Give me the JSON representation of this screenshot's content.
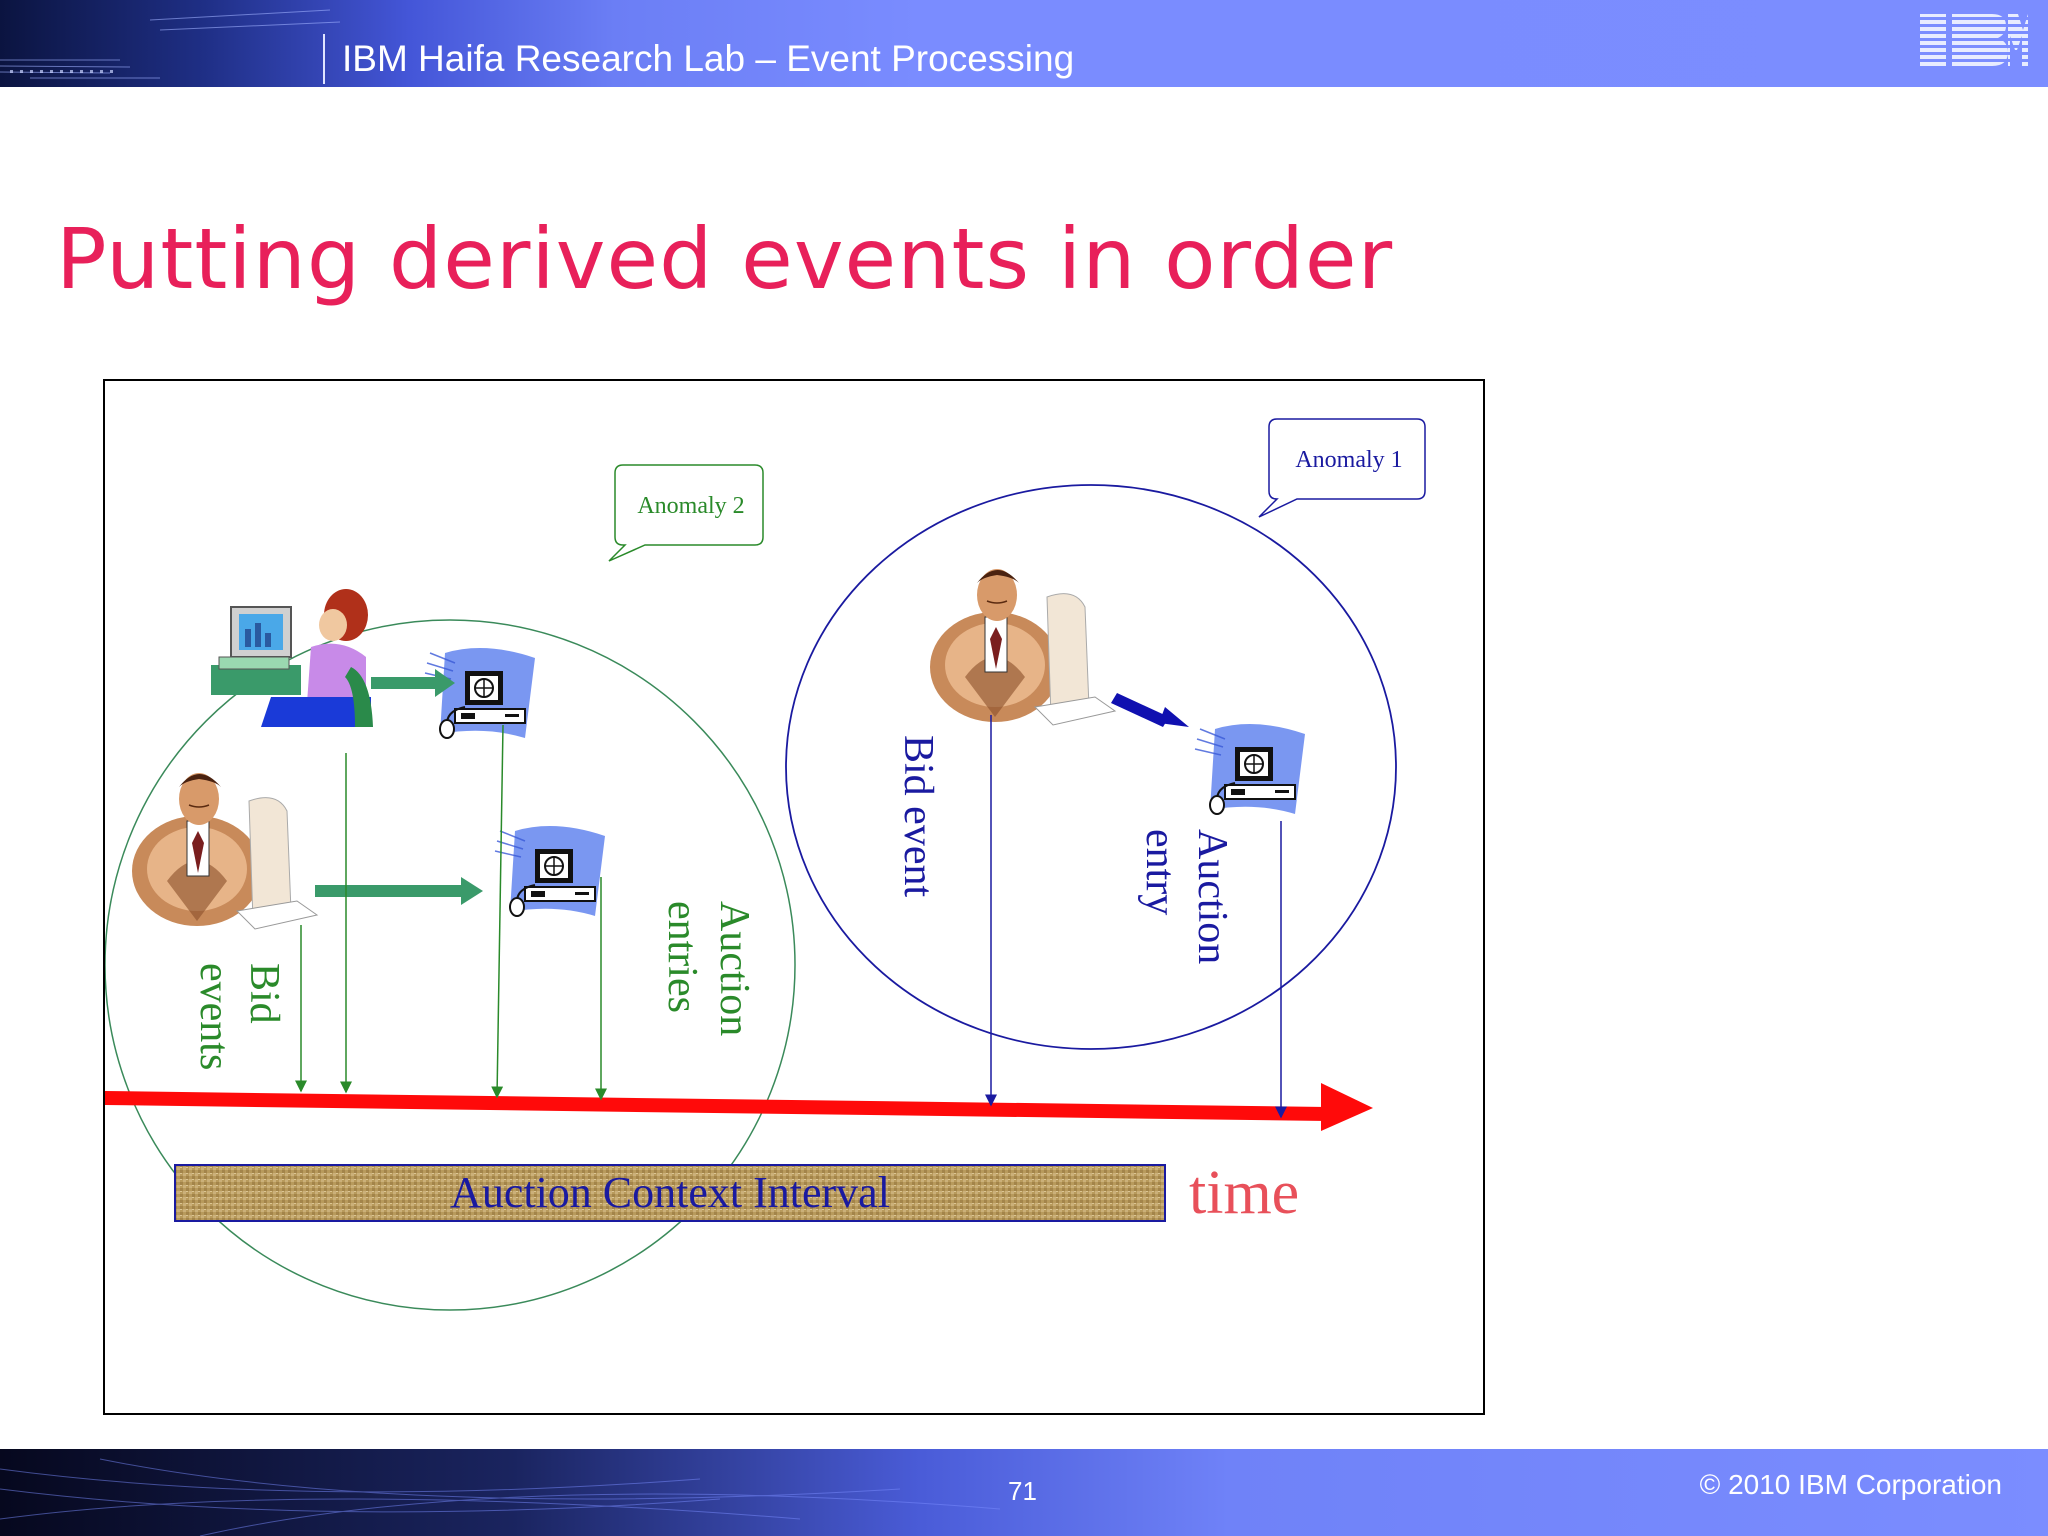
{
  "header": {
    "title": "IBM Haifa Research Lab – Event Processing",
    "logo_text": "IBM"
  },
  "slide": {
    "title": "Putting derived events in order"
  },
  "diagram": {
    "anomaly_1": "Anomaly 1",
    "anomaly_2": "Anomaly 2",
    "bid_events": [
      "Bid",
      "events"
    ],
    "auction_entries": [
      "Auction",
      "entries"
    ],
    "bid_event": "Bid event",
    "auction_entry": [
      "Auction",
      "entry"
    ],
    "context_interval": "Auction Context Interval",
    "time": "time",
    "colors": {
      "green": "#2a8a2a",
      "blue": "#1a1aa0",
      "red": "#ff0a0a",
      "time_label": "#e8505a"
    }
  },
  "footer": {
    "page_number": "71",
    "copyright": "© 2010 IBM Corporation"
  }
}
